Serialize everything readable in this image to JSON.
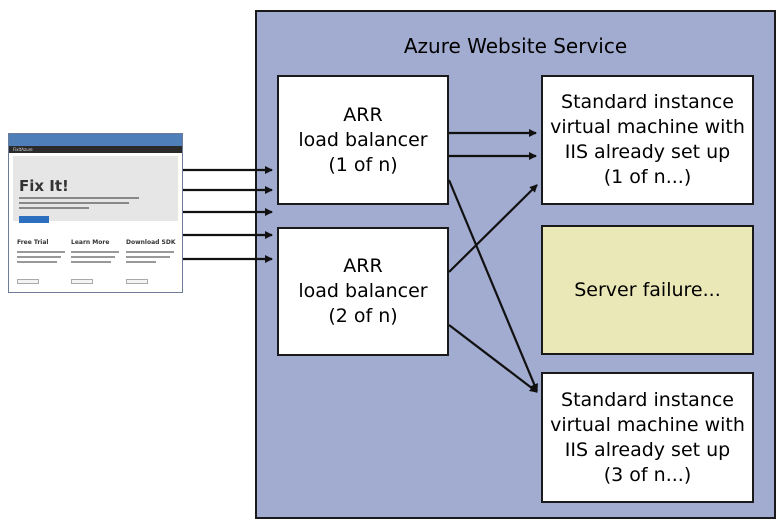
{
  "container": {
    "title": "Azure Website Service"
  },
  "load_balancers": [
    {
      "lines": [
        "ARR",
        "load balancer",
        "(1 of n)"
      ]
    },
    {
      "lines": [
        "ARR",
        "load balancer",
        "(2 of n)"
      ]
    }
  ],
  "instances": [
    {
      "lines": [
        "Standard instance",
        "virtual machine with",
        "IIS already set up",
        "(1 of n...)"
      ]
    },
    {
      "lines": [
        "Server failure..."
      ]
    },
    {
      "lines": [
        "Standard instance",
        "virtual machine with",
        "IIS already set up",
        "(3 of n...)"
      ]
    }
  ],
  "browser": {
    "nav_text": "FixItAzure",
    "hero_title": "Fix It!",
    "columns": [
      "Free Trial",
      "Learn More",
      "Download SDK"
    ]
  },
  "colors": {
    "container_fill": "#a2acd0",
    "box_fill": "#ffffff",
    "failure_fill": "#ebe8b7",
    "stroke": "#1a1a1a"
  }
}
